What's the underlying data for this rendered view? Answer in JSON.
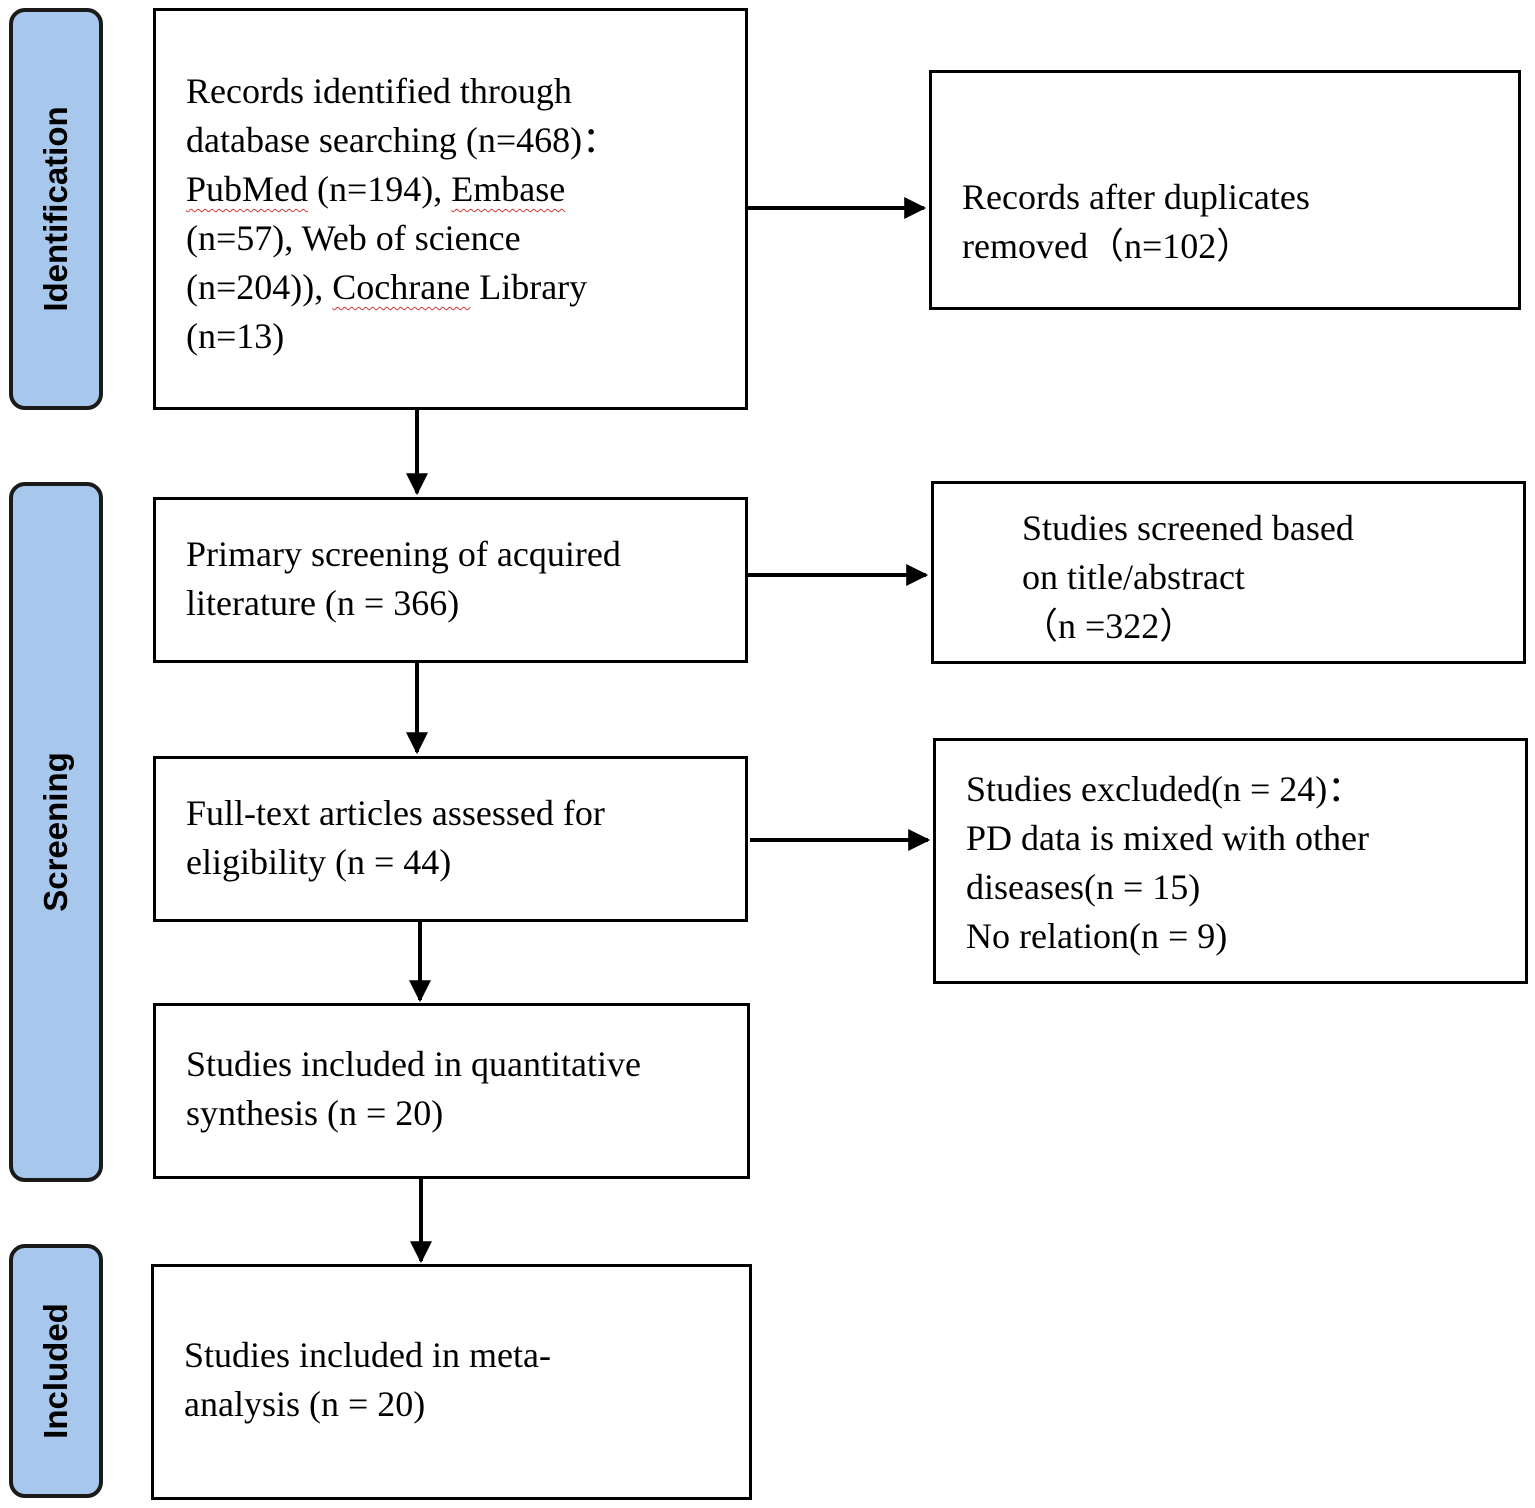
{
  "stages": [
    {
      "id": "identification",
      "label": "Identification"
    },
    {
      "id": "screening",
      "label": "Screening"
    },
    {
      "id": "included",
      "label": "Included"
    }
  ],
  "boxes": {
    "identified": {
      "lines": [
        "Records identified through",
        "database searching (n=468)：",
        "(n=57), Web of science",
        "(n=13)"
      ],
      "line3": {
        "pubmed": "PubMed",
        "count1": " (n=194), ",
        "embase": "Embase"
      },
      "line5": {
        "prefix": "(n=204)), ",
        "cochrane": "Cochrane",
        "suffix": " Library"
      }
    },
    "duplicates": {
      "lines": [
        "Records after duplicates",
        "removed（n=102）"
      ]
    },
    "primary": {
      "lines": [
        "Primary screening of acquired",
        "literature (n = 366)"
      ]
    },
    "screened": {
      "lines": [
        "Studies screened based",
        "on title/abstract",
        "（n =322）"
      ]
    },
    "fulltext": {
      "lines": [
        "Full-text articles assessed for",
        "eligibility (n = 44)"
      ]
    },
    "excluded": {
      "lines": [
        "Studies excluded(n = 24)：",
        "PD data is mixed with other",
        "diseases(n = 15)",
        "No relation(n = 9)"
      ]
    },
    "quantitative": {
      "lines": [
        "Studies included in quantitative",
        "synthesis (n = 20)"
      ]
    },
    "meta": {
      "lines": [
        "Studies included in meta-",
        "analysis (n = 20)"
      ]
    }
  }
}
